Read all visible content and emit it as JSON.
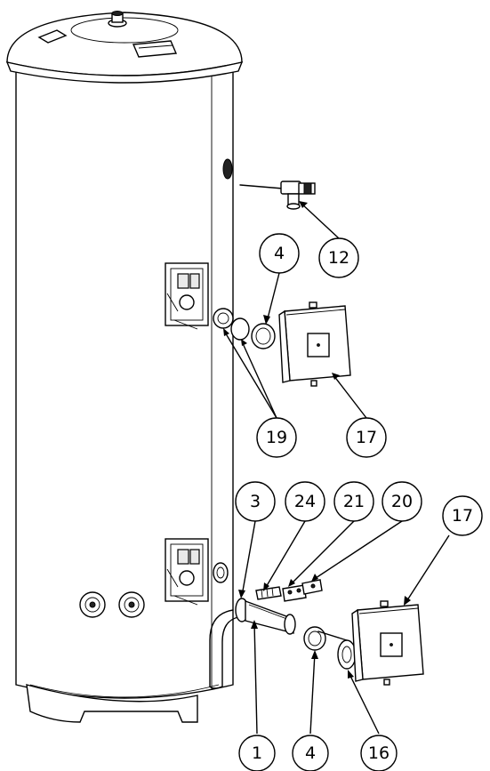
{
  "callouts": [
    {
      "id": "c12",
      "label": "12"
    },
    {
      "id": "c4a",
      "label": "4"
    },
    {
      "id": "c19",
      "label": "19"
    },
    {
      "id": "c17a",
      "label": "17"
    },
    {
      "id": "c3",
      "label": "3"
    },
    {
      "id": "c24",
      "label": "24"
    },
    {
      "id": "c21",
      "label": "21"
    },
    {
      "id": "c20",
      "label": "20"
    },
    {
      "id": "c17b",
      "label": "17"
    },
    {
      "id": "c1",
      "label": "1"
    },
    {
      "id": "c4b",
      "label": "4"
    },
    {
      "id": "c16",
      "label": "16"
    }
  ]
}
